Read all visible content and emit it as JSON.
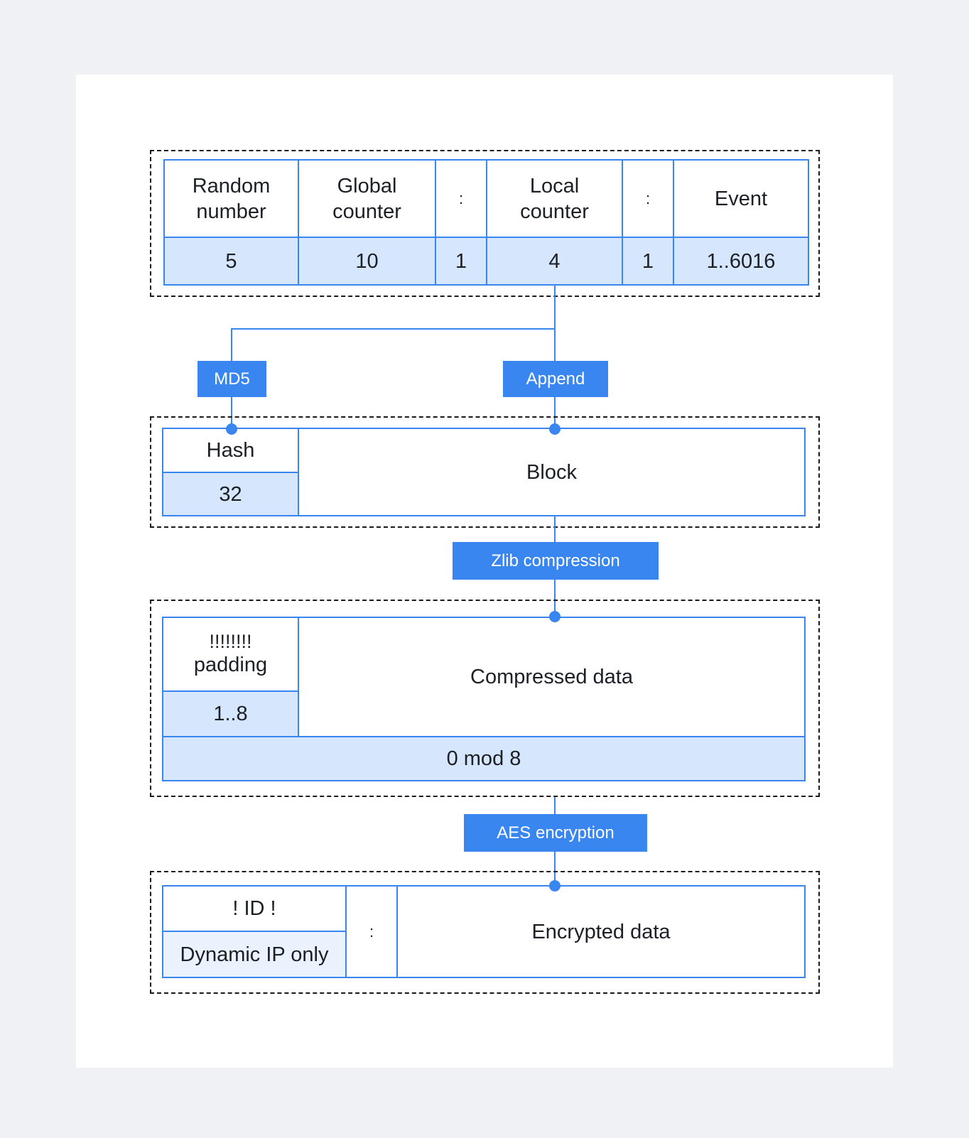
{
  "header_row": [
    {
      "label": "Random number",
      "value": "5"
    },
    {
      "label": "Global counter",
      "value": "10"
    },
    {
      "label": ":",
      "value": "1"
    },
    {
      "label": "Local counter",
      "value": "4"
    },
    {
      "label": ":",
      "value": "1"
    },
    {
      "label": "Event",
      "value": "1..6016"
    }
  ],
  "ops": {
    "md5": "MD5",
    "append": "Append",
    "zlib": "Zlib compression",
    "aes": "AES encryption"
  },
  "hash_block": {
    "hash_label": "Hash",
    "hash_value": "32",
    "block_label": "Block"
  },
  "compressed_block": {
    "padding_marks": "!!!!!!!!",
    "padding_label": "padding",
    "padding_value": "1..8",
    "data_label": "Compressed data",
    "footer": "0 mod 8"
  },
  "encrypted_block": {
    "id_label": "! ID !",
    "id_value": "Dynamic IP only",
    "separator": ":",
    "data_label": "Encrypted data"
  },
  "colors": {
    "accent": "#3a86f0",
    "value_fill": "#d6e6fc",
    "value_fill_light": "#e9f2fd",
    "background": "#eff1f5",
    "card": "#ffffff"
  }
}
